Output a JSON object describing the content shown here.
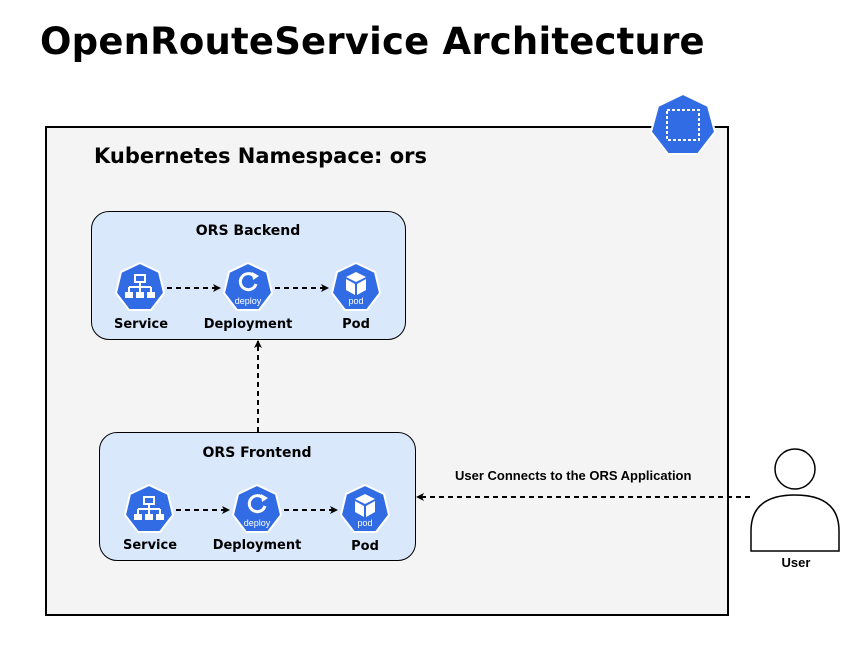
{
  "title": "OpenRouteService Architecture",
  "namespace": {
    "title": "Kubernetes Namespace: ors",
    "badge_icon": "kubernetes-namespace-icon"
  },
  "backend": {
    "title": "ORS Backend",
    "service_label": "Service",
    "deployment_label": "Deployment",
    "deployment_icon_text": "deploy",
    "pod_label": "Pod",
    "pod_icon_text": "pod"
  },
  "frontend": {
    "title": "ORS Frontend",
    "service_label": "Service",
    "deployment_label": "Deployment",
    "deployment_icon_text": "deploy",
    "pod_label": "Pod",
    "pod_icon_text": "pod"
  },
  "user": {
    "label": "User",
    "connection_label": "User Connects to the ORS Application"
  },
  "colors": {
    "k8s_blue": "#326ce5",
    "group_fill": "#dae8fc",
    "namespace_fill": "#f4f4f4"
  }
}
